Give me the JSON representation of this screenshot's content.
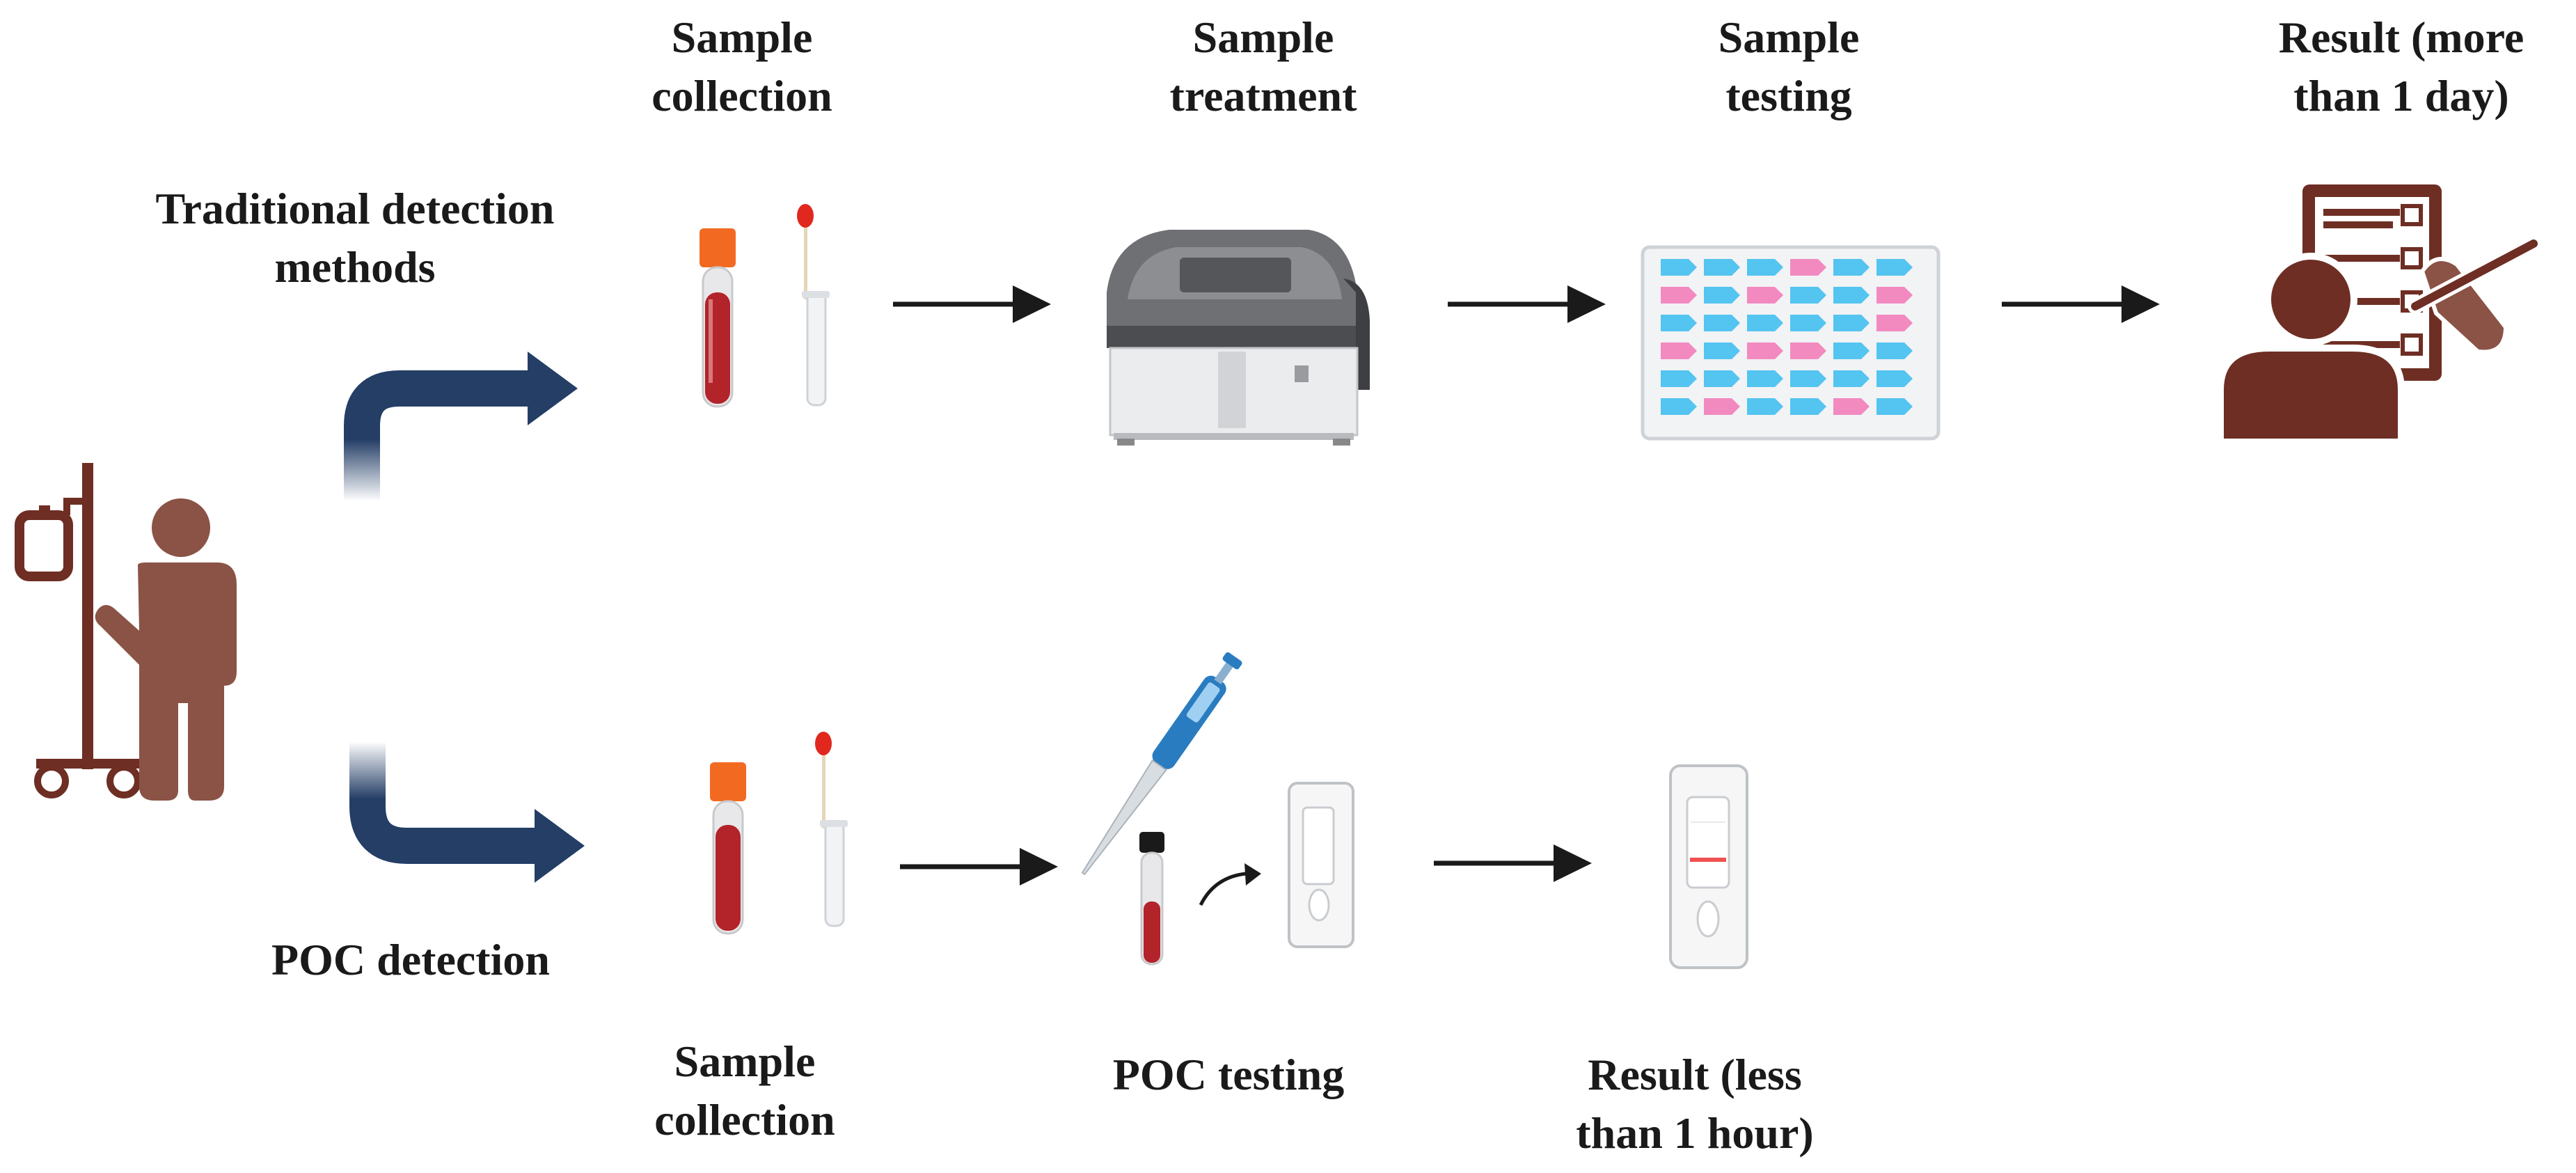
{
  "traditional": {
    "row_label": [
      "Traditional detection",
      "methods"
    ],
    "steps": [
      {
        "label": [
          "Sample",
          "collection"
        ],
        "icon": "blood-tube-and-swab-icon"
      },
      {
        "label": [
          "Sample",
          "treatment"
        ],
        "icon": "lab-analyzer-machine-icon"
      },
      {
        "label": [
          "Sample",
          "testing"
        ],
        "icon": "well-plate-icon"
      },
      {
        "label": [
          "Result (more",
          "than 1 day)"
        ],
        "icon": "doctor-checklist-icon"
      }
    ]
  },
  "poc": {
    "row_label": "POC detection",
    "steps": [
      {
        "label": [
          "Sample",
          "collection"
        ],
        "icon": "blood-tube-and-swab-icon"
      },
      {
        "label": "POC testing",
        "icon": "pipette-and-test-strip-icon"
      },
      {
        "label": [
          "Result (less",
          "than 1 hour)"
        ],
        "icon": "lateral-flow-test-result-icon"
      }
    ]
  },
  "patient_icon": "patient-with-iv-drip-icon",
  "colors": {
    "patient_brown": "#8a5346",
    "dark_brown": "#6e2e24",
    "route_arrow_navy": "#243e66",
    "step_arrow": "#1a1a1a",
    "blood_red": "#b3232a",
    "cap_orange": "#f26a22",
    "well_blue": "#54c4f0",
    "well_pink": "#f28ac0",
    "pipette_blue": "#2a7cc0"
  }
}
